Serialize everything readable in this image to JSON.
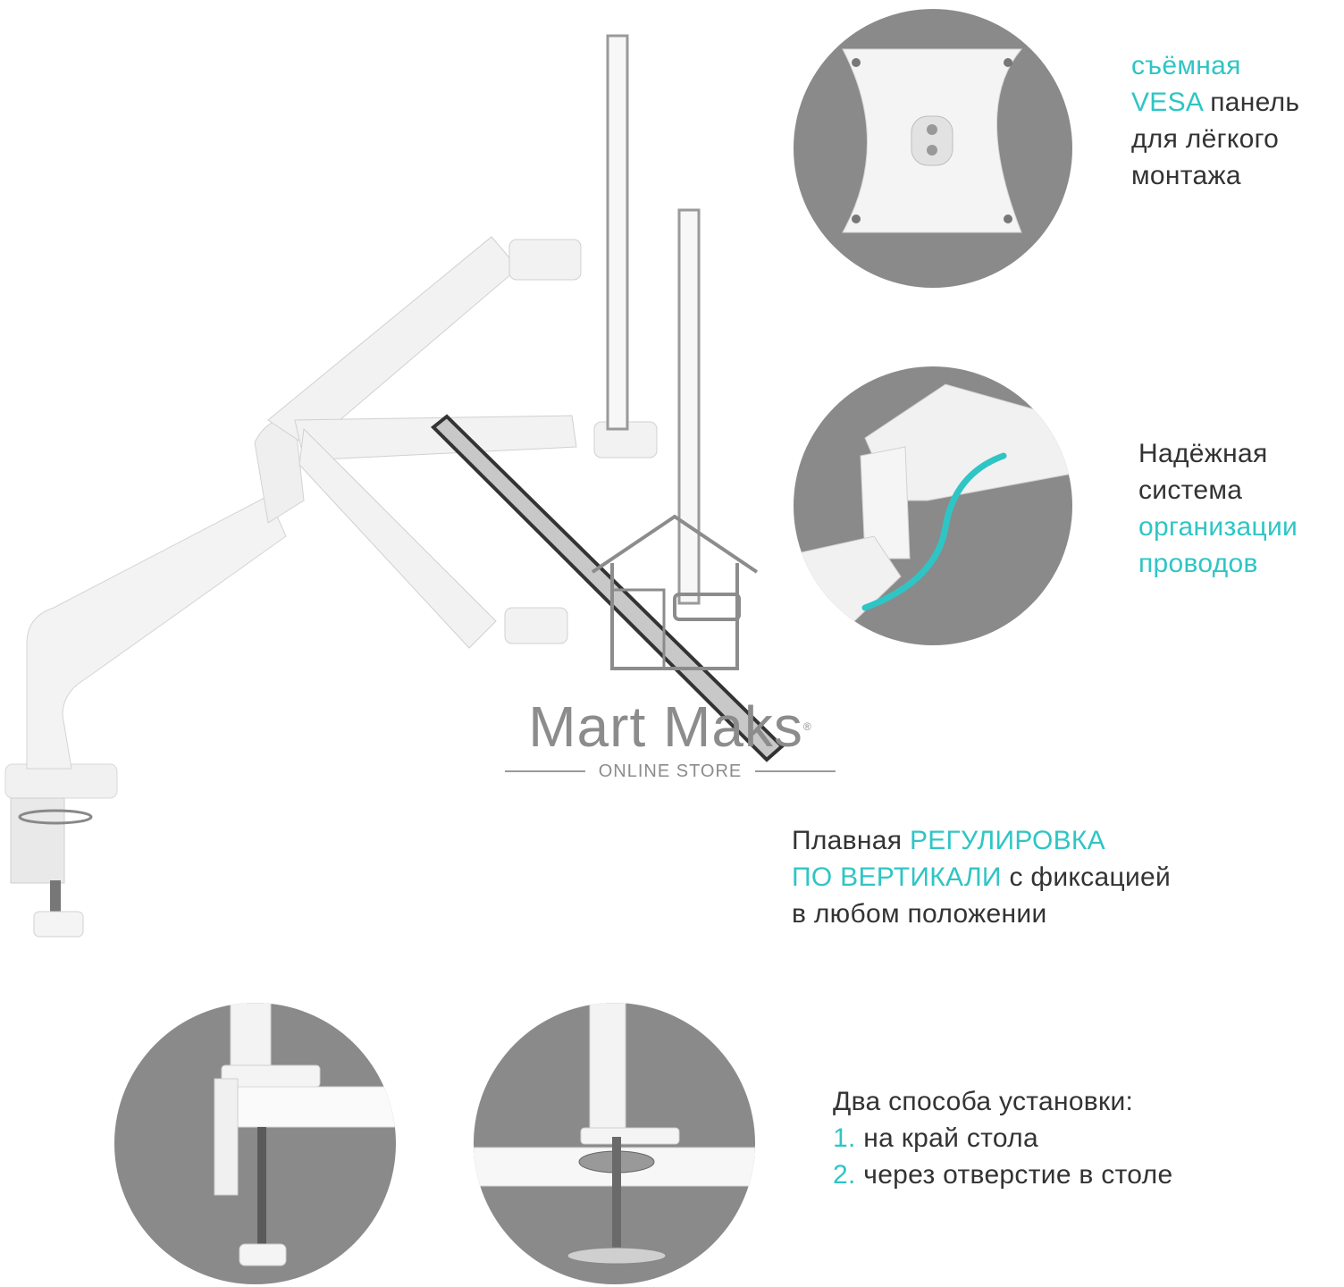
{
  "brand": {
    "name": "Mart Maks",
    "registered_mark": "®",
    "tagline": "ONLINE STORE"
  },
  "features": {
    "vesa": {
      "line1": "съёмная",
      "line2_accent": "VESA",
      "line2_rest": "панель",
      "line3": "для лёгкого",
      "line4": "монтажа"
    },
    "cables": {
      "line1": "Надёжная",
      "line2": "система",
      "line3_accent": "организации",
      "line4_accent": "проводов"
    },
    "adjust": {
      "part1": "Плавная",
      "part2_accent": "РЕГУЛИРОВКА",
      "part3_accent": "ПО ВЕРТИКАЛИ",
      "part4": "с фиксацией",
      "part5": "в любом положении"
    },
    "install": {
      "heading": "Два способа установки:",
      "items": [
        {
          "num": "1.",
          "text": "на край стола"
        },
        {
          "num": "2.",
          "text": "через отверстие в столе"
        }
      ]
    }
  },
  "colors": {
    "accent": "#2fc5c5",
    "text": "#333333",
    "circle_bg": "#8a8a8a",
    "watermark": "#8c8c8c"
  }
}
